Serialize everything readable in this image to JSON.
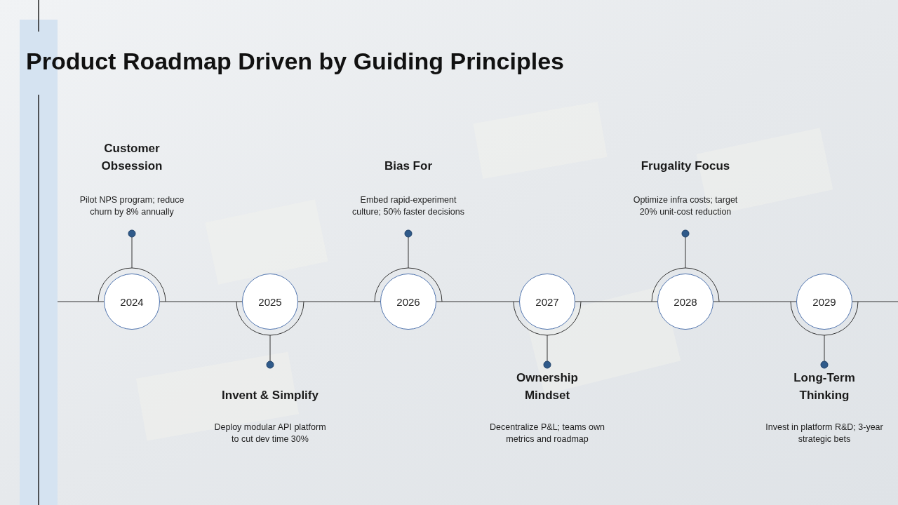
{
  "diagram": {
    "title": "Product Roadmap Driven by Guiding Principles",
    "nodes": [
      {
        "text": [
          "2024"
        ]
      },
      {
        "text": [
          "2025"
        ]
      },
      {
        "text": [
          "2026"
        ]
      },
      {
        "text": [
          "2027"
        ]
      },
      {
        "text": [
          "2028"
        ]
      },
      {
        "text": [
          "2029"
        ]
      }
    ],
    "edges": [
      {
        "from": 0,
        "to": 1,
        "arrow": "none"
      },
      {
        "from": 1,
        "to": 2,
        "arrow": "none"
      },
      {
        "from": 2,
        "to": 3,
        "arrow": "none"
      },
      {
        "from": 3,
        "to": 4,
        "arrow": "none"
      },
      {
        "from": 4,
        "to": 5,
        "arrow": "none"
      }
    ],
    "labels": [
      "Customer Obsession",
      "Pilot NPS program; reduce churn by 8% annually",
      "Invent & Simplify",
      "Deploy modular API platform to cut dev time 30%",
      "Bias For",
      "Embed rapid-experiment culture; 50% faster decisions",
      "Ownership Mindset",
      "Decentralize P&L; teams own metrics and roadmap",
      "Frugality Focus",
      "Optimize infra costs; target 20% unit-cost reduction",
      "Long-Term Thinking",
      "Invest in platform R&D; 3-year strategic bets"
    ]
  }
}
